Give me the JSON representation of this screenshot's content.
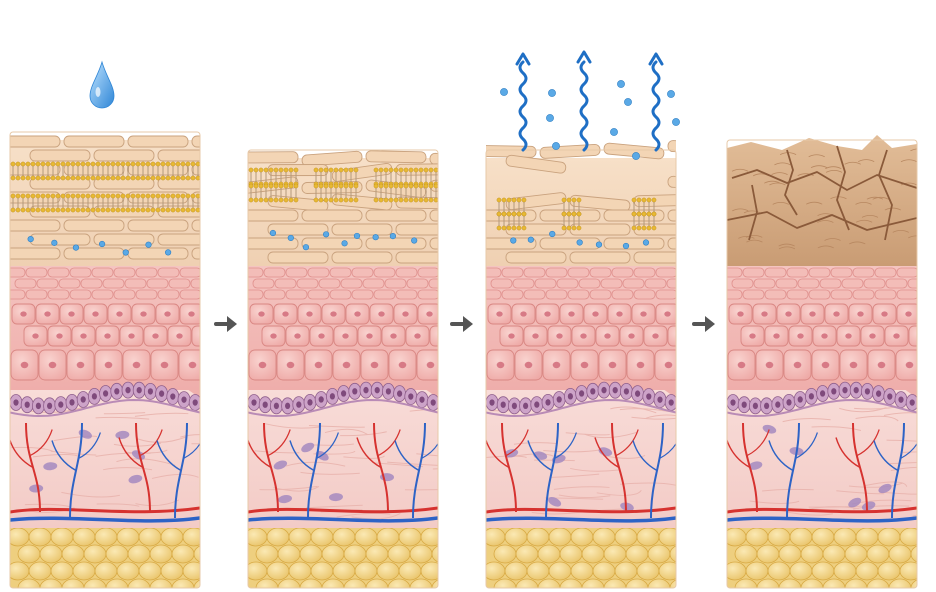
{
  "diagram": {
    "panels": [
      {
        "id": "intact-barrier",
        "stage": 1,
        "lipid_layer": "intact",
        "surface": "smooth",
        "water_droplet_above": true,
        "evaporation": false
      },
      {
        "id": "disrupted-barrier",
        "stage": 2,
        "lipid_layer": "fragmented",
        "surface": "lifting-flakes",
        "water_droplet_above": false,
        "evaporation": false
      },
      {
        "id": "water-loss",
        "stage": 3,
        "lipid_layer": "sparse",
        "surface": "scattered-flakes",
        "water_droplet_above": false,
        "evaporation": true
      },
      {
        "id": "dry-cracked-skin",
        "stage": 4,
        "lipid_layer": "absent",
        "surface": "cracked",
        "water_droplet_above": false,
        "evaporation": false
      }
    ],
    "arrows": [
      {
        "from": "intact-barrier",
        "to": "disrupted-barrier",
        "icon": "arrow-right-icon"
      },
      {
        "from": "disrupted-barrier",
        "to": "water-loss",
        "icon": "arrow-right-icon"
      },
      {
        "from": "water-loss",
        "to": "dry-cracked-skin",
        "icon": "arrow-right-icon"
      }
    ],
    "colors": {
      "corneocyte": "#f3d5b5",
      "corneocyte_edge": "#c9a27e",
      "dry_surface": "#d8b08b",
      "crack": "#8a5a3a",
      "lipid_head": "#e8b934",
      "water": "#5aa9e6",
      "water_dark": "#1f6fc5",
      "epidermis": "#f2b9b6",
      "cell_nucleus": "#d77a86",
      "basal_layer": "#b58cb3",
      "dermis": "#f6d3d0",
      "artery": "#d6322f",
      "vein": "#2d63c6",
      "fibroblast": "#a58abf",
      "fat": "#f3d78b",
      "arrow": "#555555"
    }
  }
}
